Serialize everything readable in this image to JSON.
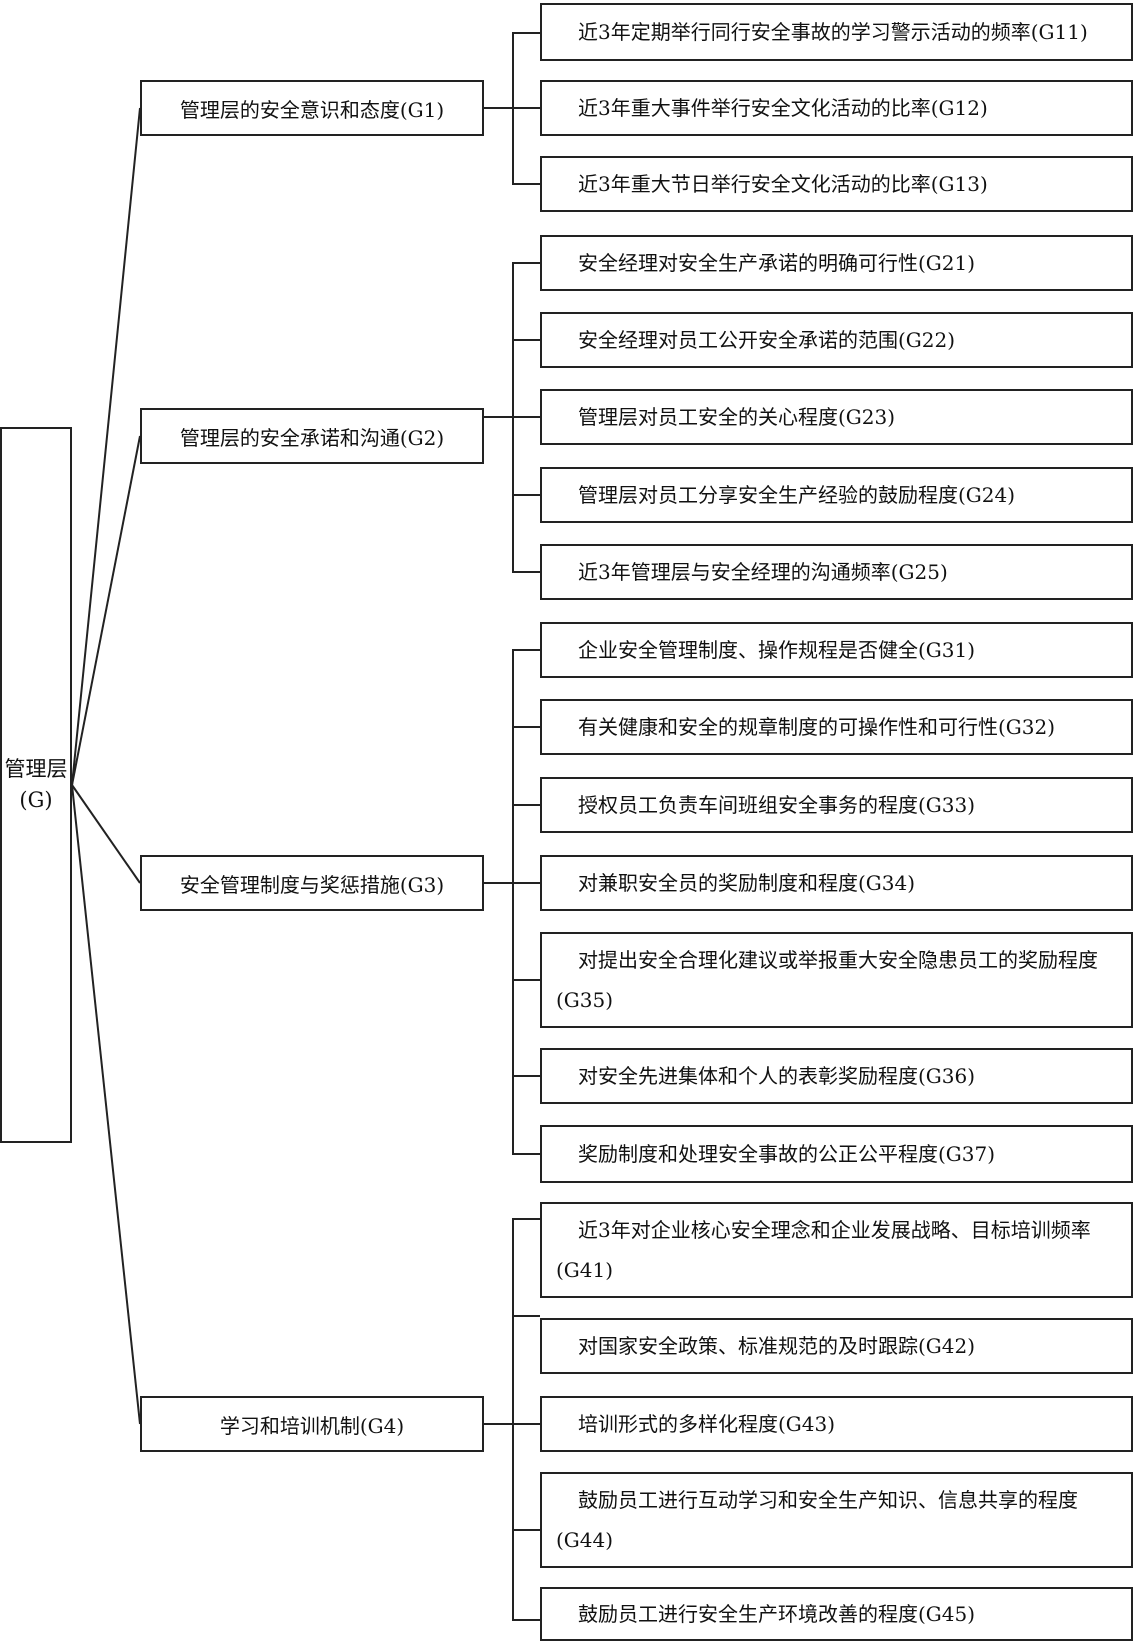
{
  "root": {
    "label": "管理层\n(G)"
  },
  "categories": [
    {
      "label": "管理层的安全意识和态度(G1)",
      "items": [
        "近3年定期举行同行安全事故的学习警示活动的频率(G11)",
        "近3年重大事件举行安全文化活动的比率(G12)",
        "近3年重大节日举行安全文化活动的比率(G13)"
      ]
    },
    {
      "label": "管理层的安全承诺和沟通(G2)",
      "items": [
        "安全经理对安全生产承诺的明确可行性(G21)",
        "安全经理对员工公开安全承诺的范围(G22)",
        "管理层对员工安全的关心程度(G23)",
        "管理层对员工分享安全生产经验的鼓励程度(G24)",
        "近3年管理层与安全经理的沟通频率(G25)"
      ]
    },
    {
      "label": "安全管理制度与奖惩措施(G3)",
      "items": [
        "企业安全管理制度、操作规程是否健全(G31)",
        "有关健康和安全的规章制度的可操作性和可行性(G32)",
        "授权员工负责车间班组安全事务的程度(G33)",
        "对兼职安全员的奖励制度和程度(G34)",
        "对提出安全合理化建议或举报重大安全隐患员工的奖励程度(G35)",
        "对安全先进集体和个人的表彰奖励程度(G36)",
        "奖励制度和处理安全事故的公正公平程度(G37)"
      ]
    },
    {
      "label": "学习和培训机制(G4)",
      "items": [
        "近3年对企业核心安全理念和企业发展战略、目标培训频率(G41)",
        "对国家安全政策、标准规范的及时跟踪(G42)",
        "培训形式的多样化程度(G43)",
        "鼓励员工进行互动学习和安全生产知识、信息共享的程度(G44)",
        "鼓励员工进行安全生产环境改善的程度(G45)"
      ]
    }
  ]
}
